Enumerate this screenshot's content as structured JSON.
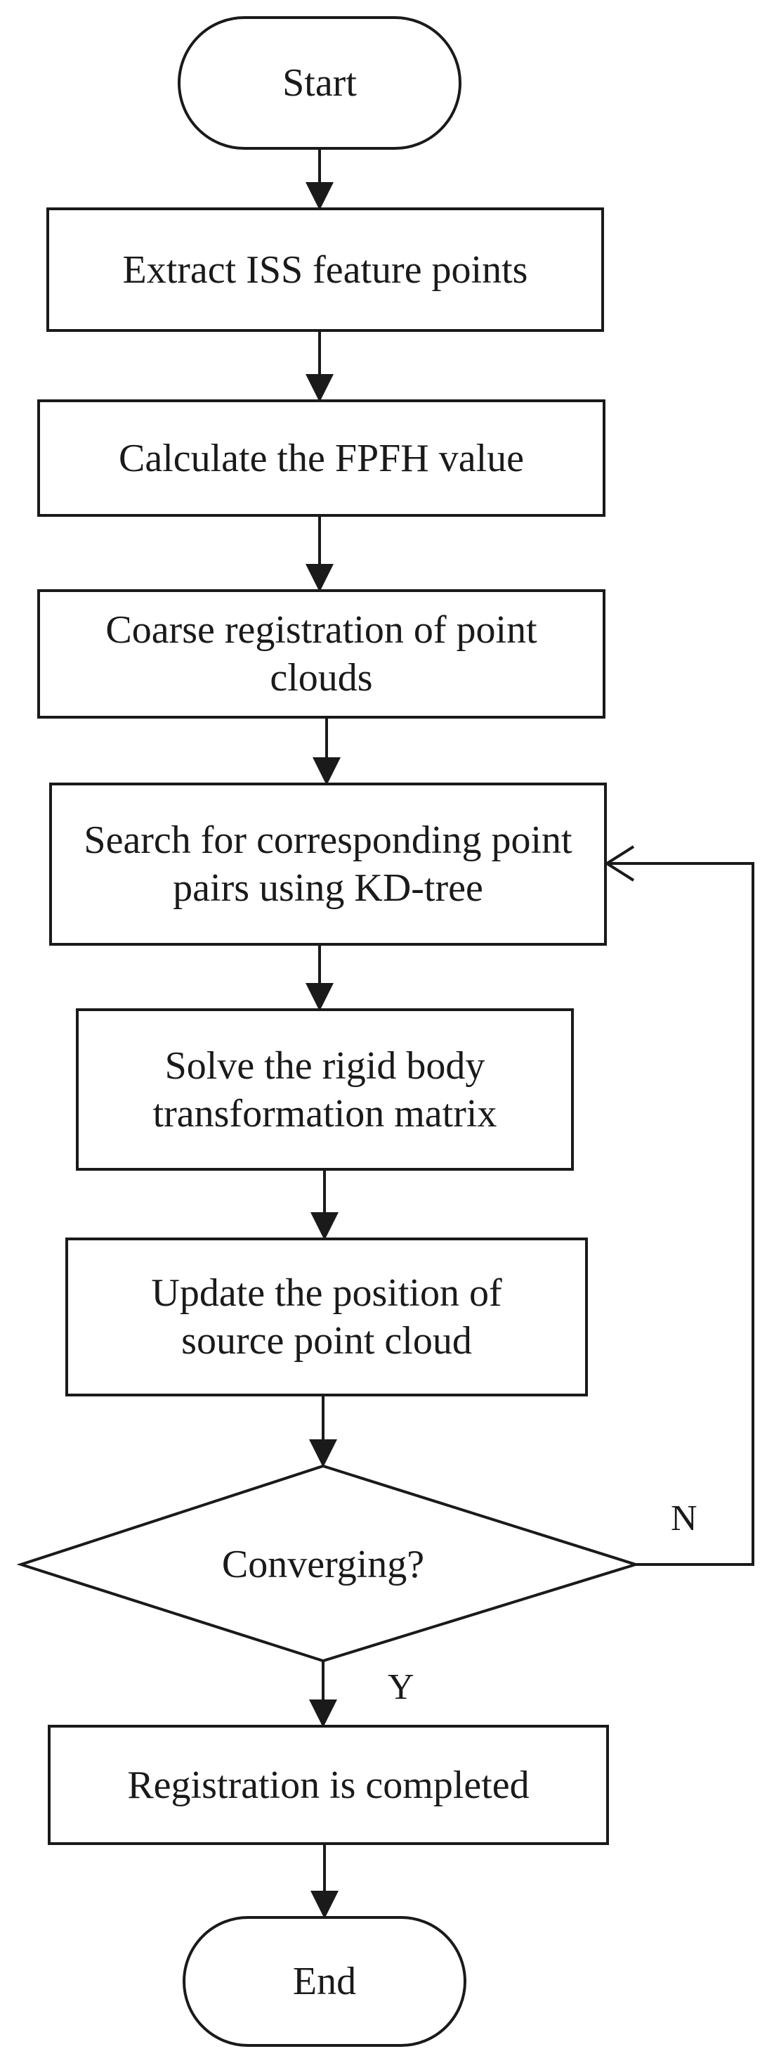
{
  "flowchart": {
    "start": "Start",
    "steps": [
      "Extract ISS feature points",
      "Calculate the FPFH value",
      "Coarse registration of point clouds",
      "Search for corresponding point pairs using KD-tree",
      "Solve the rigid body transformation matrix",
      "Update the position of source point cloud"
    ],
    "decision": "Converging?",
    "branch_no": "N",
    "branch_yes": "Y",
    "final_step": "Registration is completed",
    "end": "End"
  }
}
